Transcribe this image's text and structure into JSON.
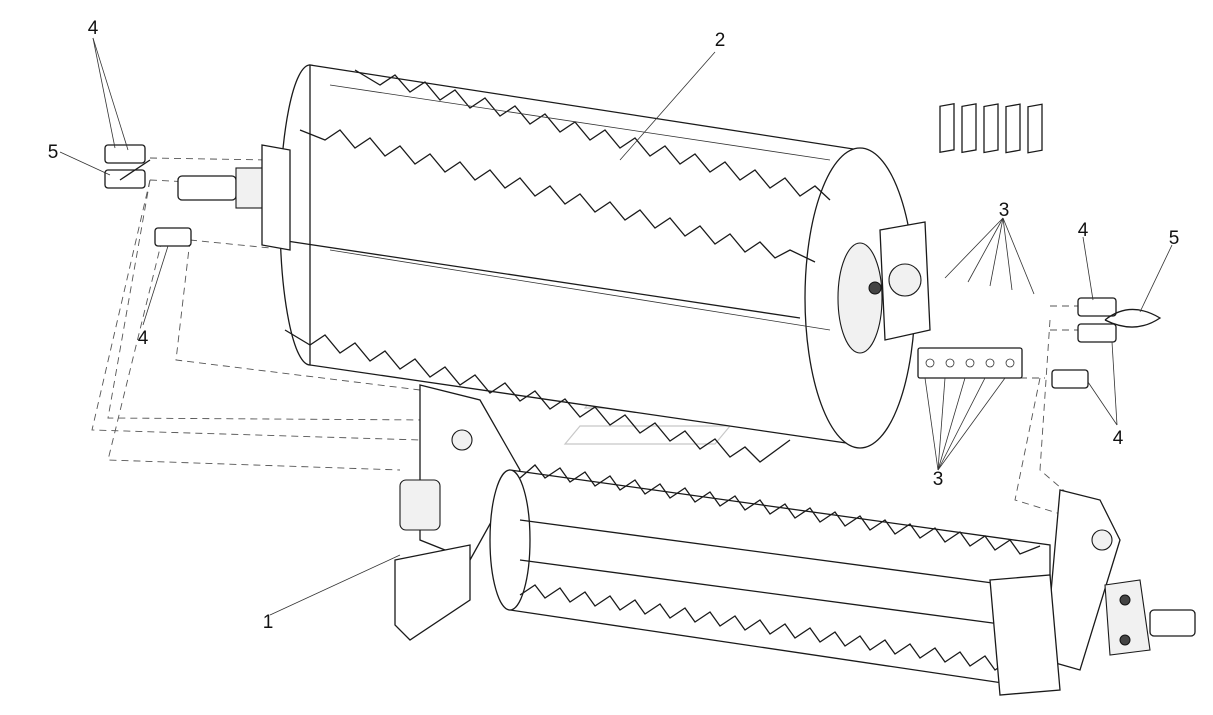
{
  "callouts": {
    "c1": "1",
    "c2": "2",
    "c3_top": "3",
    "c3_bottom": "3",
    "c4_top_left": "4",
    "c4_mid_left": "4",
    "c4_top_right": "4",
    "c4_bottom_right": "4",
    "c5_left": "5",
    "c5_right": "5"
  }
}
